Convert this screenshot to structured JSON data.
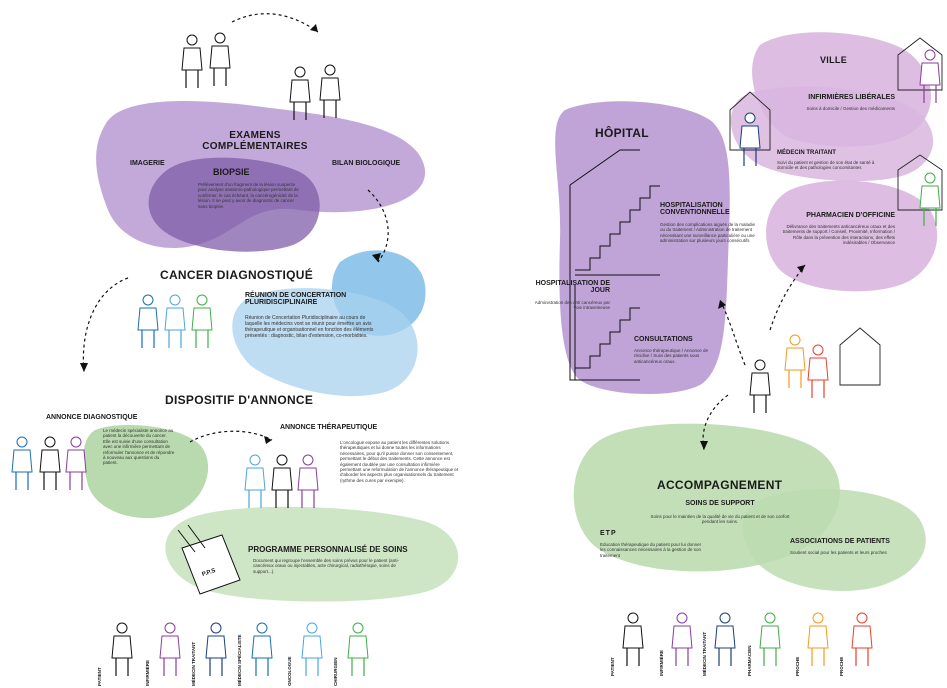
{
  "colors": {
    "purple": "#9b7fc0",
    "purple_light": "#c6aed9",
    "pink_purple": "#d4a9d8",
    "blue": "#8ec4e8",
    "green": "#bcdcb0",
    "blue_figure": "#4aa6dc",
    "purple_figure": "#8a3d9b",
    "green_figure": "#3fae49",
    "orange_figure": "#f29a1f",
    "red_figure": "#e5412d"
  },
  "left": {
    "examens": {
      "title": "EXAMENS COMPLÉMENTAIRES",
      "imagerie": "IMAGERIE",
      "bilan": "BILAN BIOLOGIQUE",
      "biopsie_title": "BIOPSIE",
      "biopsie_text": "Prélèvement d'un fragment de la lésion suspecte pour analyse anatomo-pathologique permettant de confirmer, le cas échéant, la cancérogénicité de la lésion. Il ne peut y avoir de diagnostic de cancer sans biopsie."
    },
    "cancer": {
      "title": "CANCER DIAGNOSTIQUÉ",
      "rcp_title": "RÉUNION DE CONCERTATION PLURIDISCIPLINAIRE",
      "rcp_text": "Réunion de Concertation Pluridisciplinaire au cours de laquelle les médecins vont se réunir pour émettre un avis thérapeutique et organisationnel en fonction des éléments présentés : diagnostic, bilan d'extension, co-morbidités."
    },
    "annonce": {
      "title": "DISPOSITIF D'ANNONCE",
      "diag_title": "ANNONCE DIAGNOSTIQUE",
      "diag_text": "Le médecin spécialiste annonce au patient la découverte du cancer. Elle est suivie d'une consultation avec une infirmière permettant de reformuler l'annonce et de répondre à nouveau aux questions du patient.",
      "ther_title": "ANNONCE THÉRAPEUTIQUE",
      "ther_text": "L'oncologue expose au patient les différentes solutions thérapeutiques et lui donne toutes les informations nécessaires, pour qu'il puisse donner son consentement, permettant le début des traitements. Cette annonce est également doublée par une consultation infirmière permettant une reformulation de l'annonce thérapeutique et d'aborder les aspects plus organisationnels du traitement (rythme des cures par exemple)."
    },
    "pps": {
      "title": "PROGRAMME PERSONNALISÉ DE SOINS",
      "text": "Document qui regroupe l'ensemble des soins prévus pour le patient (anti-cancéreux oraux ou injectables, acte chirurgical, radiothérapie, soins de support...).",
      "doc_label": "P.P.S"
    },
    "legend": [
      "PATIENT",
      "INFIRMIÈRE",
      "MÉDECIN TRAITANT",
      "MÉDECIN SPÉCIALISTE",
      "ONCOLOGUE",
      "CHIRURGIEN"
    ]
  },
  "right": {
    "hopital": {
      "title": "HÔPITAL",
      "conv_title": "HOSPITALISATION CONVENTIONNELLE",
      "conv_text": "Gestion des complications aiguës de la maladie ou du traitement / Administration de traitement nécessitant une surveillance particulière ou une administration sur plusieurs jours consécutifs",
      "jour_title": "HOSPITALISATION DE JOUR",
      "jour_text": "Administration des anti cancéreux par voie intraveineuse",
      "consult_title": "CONSULTATIONS",
      "consult_text": "Annonce thérapeutique / Annonce de récidive / Suivi des patients sous anticancéreux oraux."
    },
    "ville": {
      "title": "VILLE",
      "inf_title": "INFIRMIÈRES LIBÉRALES",
      "inf_text": "Soins à domicile / Gestion des médicaments",
      "med_title": "MÉDECIN TRAITANT",
      "med_text": "Suivi du patient et gestion de son état de santé à domicile et des pathologies concomitantes",
      "pharma_title": "PHARMACIEN D'OFFICINE",
      "pharma_text": "Délivrance des traitements anticancéreux oraux et des traitements de support / Conseil, Proximité, Information / Rôle dans la prévention des interactions, des effets indésirables / Observance"
    },
    "accomp": {
      "title": "ACCOMPAGNEMENT",
      "support_title": "SOINS DE SUPPORT",
      "support_text": "Soins pour le maintien de la qualité de vie du patient et de son confort pendant les soins.",
      "etp_title": "ETP",
      "etp_text": "Education thérapeutique du patient pour lui donner les connaissances nécessaires à la gestion de son traitement",
      "asso_title": "ASSOCIATIONS DE PATIENTS",
      "asso_text": "Soutient social pour les patients et leurs proches"
    },
    "legend": [
      "PATIENT",
      "INFIRMIÈRE",
      "MÉDECIN TRAITANT",
      "PHARMACIEN",
      "PROCHE",
      "PROCHE"
    ]
  }
}
